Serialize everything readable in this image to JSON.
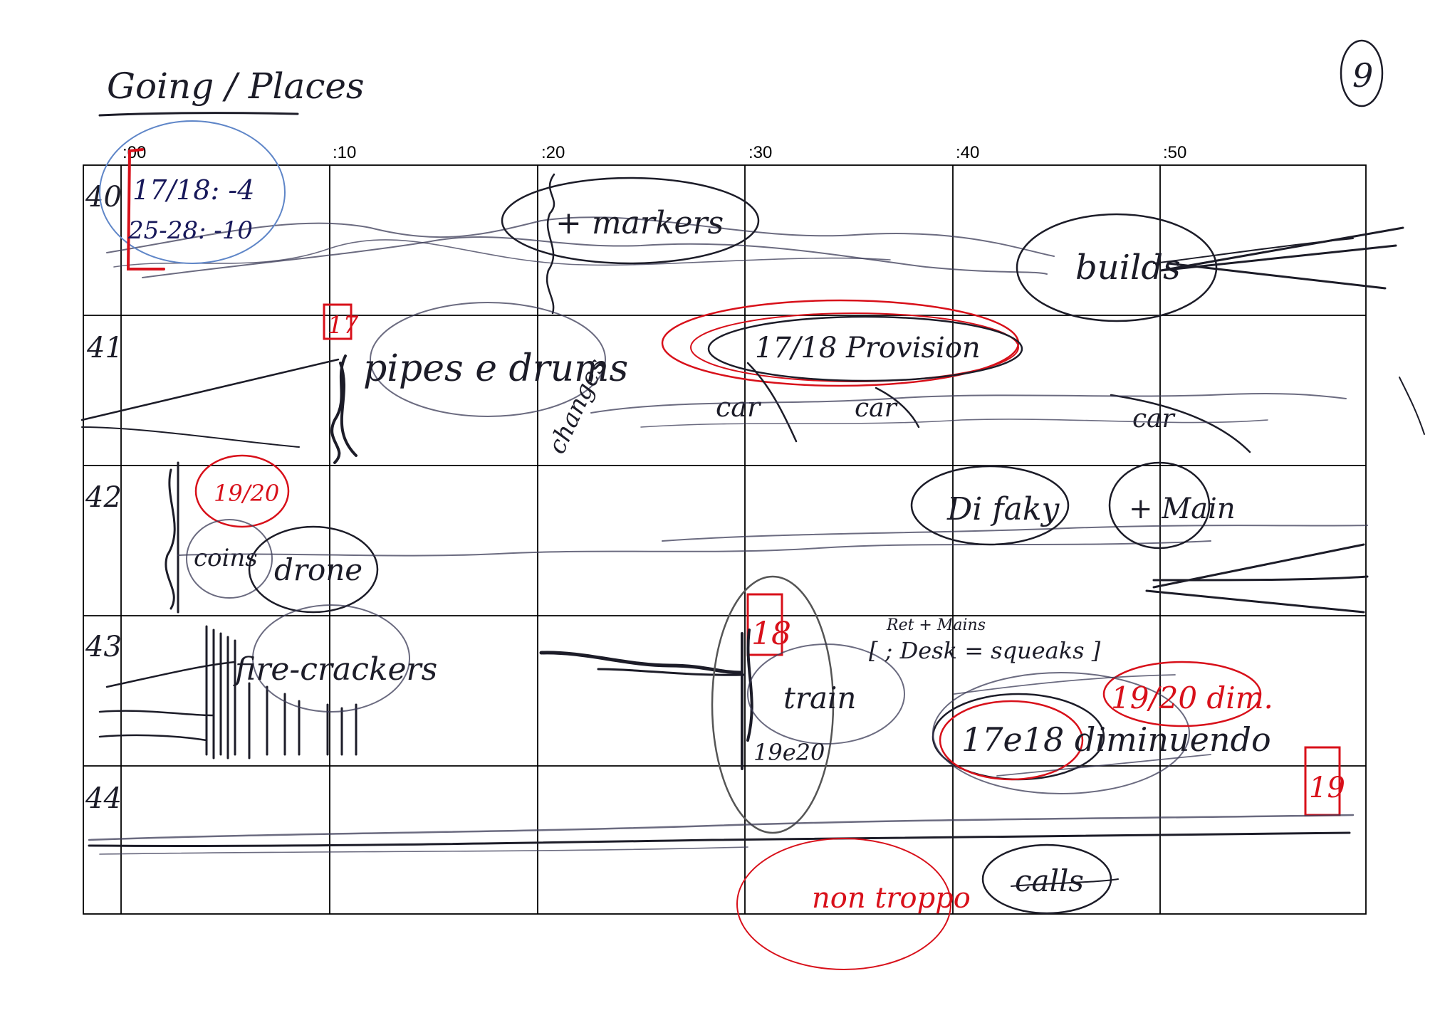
{
  "page": {
    "heading": "Going / Places",
    "page_number": "9"
  },
  "grid": {
    "columns": [
      ":00",
      ":10",
      ":20",
      ":30",
      ":40",
      ":50"
    ],
    "rows": [
      "40",
      "41",
      "42",
      "43",
      "44"
    ]
  },
  "annotations": {
    "r40_blue_1": "17/18: -4",
    "r40_blue_2": "25-28: -10",
    "r40_markers": "+ markers",
    "r40_builds": "builds",
    "r41_box": "17",
    "r41_pipes": "pipes e drums",
    "r41_provision": "17/18 Provision",
    "r41_changes": "changes",
    "r41_car1": "car",
    "r41_car2": "car",
    "r41_car3": "car",
    "r42_red": "19/20",
    "r42_coins": "coins",
    "r42_drone": "drone",
    "r42_difaky": "Di faky",
    "r42_main": "+ Main",
    "r43_firecrackers": "fire-crackers",
    "r43_box": "18",
    "r43_train": "train",
    "r43_1920b": "19e20",
    "r43_bracket_small": "Ret + Mains",
    "r43_bracket": "[ ; Desk = squeaks ]",
    "r43_red_dim": "19/20 dim.",
    "r43_dim": "17e18 diminuendo",
    "r44_box": "19",
    "r44_nontroppo": "non troppo",
    "r44_calls": "calls"
  }
}
